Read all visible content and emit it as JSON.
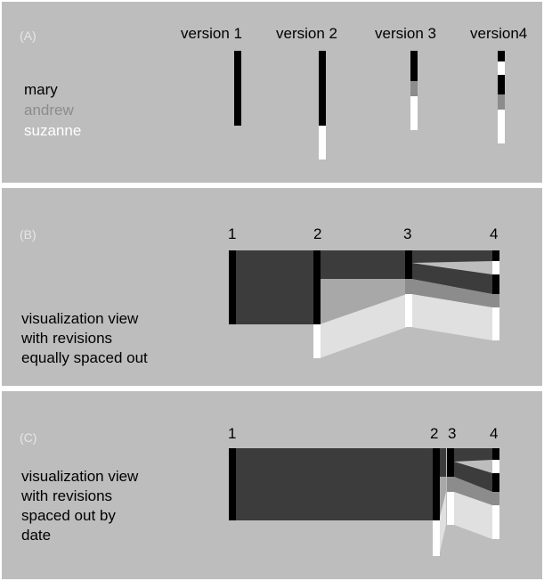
{
  "panels": {
    "a": {
      "tag": "(A)",
      "version_labels": [
        "version 1",
        "version 2",
        "version 3",
        "version4"
      ],
      "legend": [
        {
          "name": "mary",
          "color": "#000000"
        },
        {
          "name": "andrew",
          "color": "#8c8c8c"
        },
        {
          "name": "suzanne",
          "color": "#ffffff"
        }
      ]
    },
    "b": {
      "tag": "(B)",
      "revision_numbers": [
        "1",
        "2",
        "3",
        "4"
      ],
      "caption": [
        "visualization view",
        "with revisions",
        "equally spaced out"
      ]
    },
    "c": {
      "tag": "(C)",
      "revision_numbers": [
        "1",
        "2",
        "3",
        "4"
      ],
      "caption": [
        "visualization view",
        "with revisions",
        "spaced out by",
        "date"
      ]
    }
  },
  "colors": {
    "panel_bg": "#bdbdbd",
    "author_mary": "#000000",
    "author_andrew": "#8c8c8c",
    "author_suzanne": "#ffffff",
    "flow_mary": "#3c3c3c",
    "flow_andrew": "#a8a8a8",
    "flow_suzanne": "#e0e0e0"
  }
}
